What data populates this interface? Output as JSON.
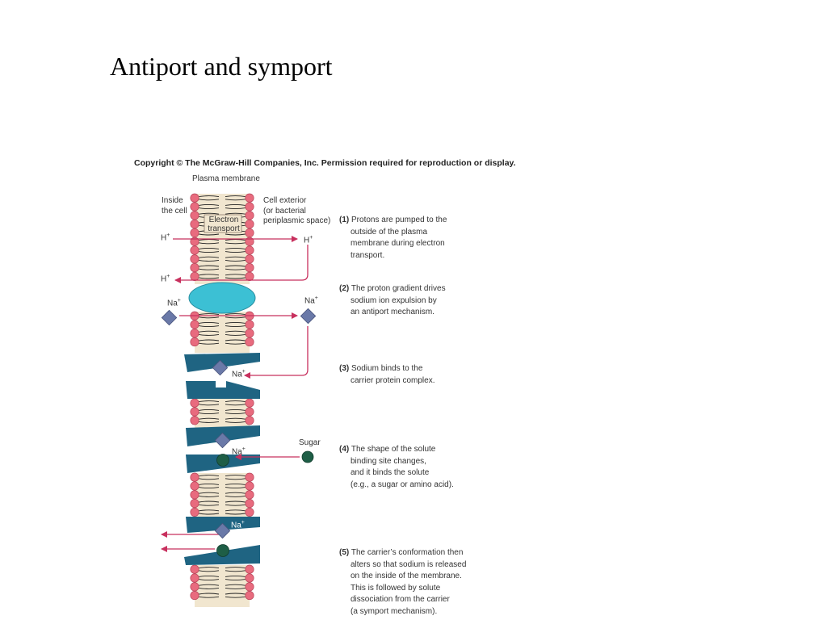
{
  "slide": {
    "title": "Antiport and symport"
  },
  "figure": {
    "copyright": "Copyright © The McGraw-Hill Companies, Inc. Permission required for reproduction or display.",
    "membrane_label": "Plasma membrane",
    "inside_label": [
      "Inside",
      "the cell"
    ],
    "exterior_label": [
      "Cell exterior",
      "(or bacterial",
      "periplasmic space)"
    ],
    "electron_transport_label": [
      "Electron",
      "transport"
    ],
    "ions": {
      "h": "H",
      "na": "Na",
      "plus": "+",
      "sugar": "Sugar"
    },
    "steps": [
      {
        "num": "(1)",
        "lines": [
          "Protons are pumped to the",
          "outside of the plasma",
          "membrane during electron",
          "transport."
        ]
      },
      {
        "num": "(2)",
        "lines": [
          "The proton gradient drives",
          "sodium ion expulsion by",
          "an antiport mechanism."
        ]
      },
      {
        "num": "(3)",
        "lines": [
          "Sodium binds to the",
          "carrier protein complex."
        ]
      },
      {
        "num": "(4)",
        "lines": [
          "The shape of the solute",
          "binding site changes,",
          "and it binds the solute",
          "(e.g., a sugar or amino acid)."
        ]
      },
      {
        "num": "(5)",
        "lines": [
          "The carrier’s conformation then",
          "alters so that sodium is released",
          "on the inside of the membrane.",
          "This is followed by solute",
          "dissociation from the carrier",
          "(a symport mechanism)."
        ]
      }
    ],
    "colors": {
      "arrow": "#c8305e",
      "lipid_head": "#e86b7e",
      "membrane_core": "#f1e6cf",
      "carrier": "#1f6482",
      "antiporter": "#3cc0d4",
      "sodium": "#6a79a8",
      "sugar": "#1e5e46"
    }
  }
}
